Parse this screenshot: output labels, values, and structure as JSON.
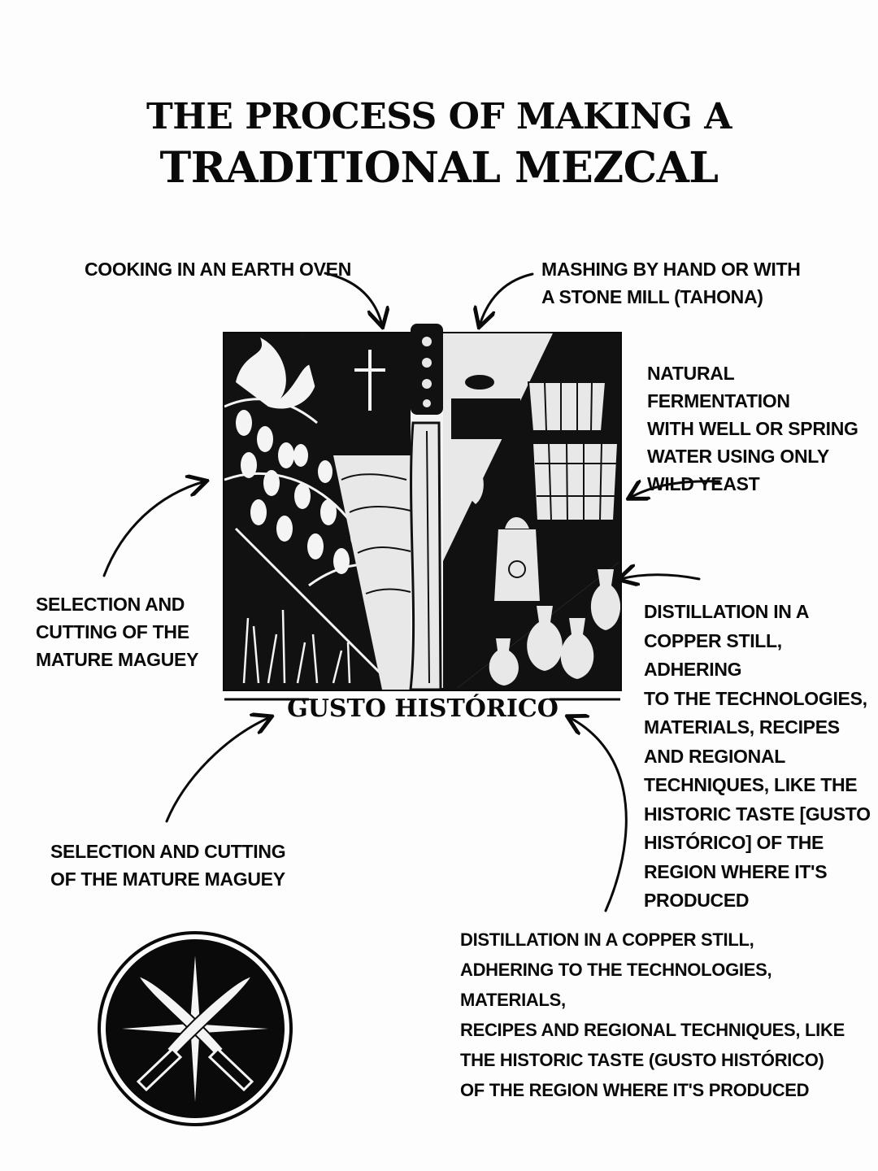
{
  "title": {
    "line1": "THE PROCESS OF MAKING A",
    "line2": "TRADITIONAL MEZCAL"
  },
  "steps": {
    "cooking": "COOKING IN AN EARTH OVEN",
    "mashing": "MASHING BY HAND OR WITH\nA STONE MILL (TAHONA)",
    "fermentation": "NATURAL FERMENTATION\nWITH WELL OR SPRING\nWATER USING ONLY\nWILD YEAST",
    "selection_left": "SELECTION AND\nCUTTING OF THE\nMATURE MAGUEY",
    "distillation_right": "DISTILLATION IN A\nCOPPER STILL, ADHERING\nTO THE TECHNOLOGIES,\nMATERIALS, RECIPES\nAND REGIONAL\nTECHNIQUES, LIKE THE\nHISTORIC TASTE [GUSTO\nHISTÓRICO] OF THE\nREGION WHERE IT'S\nPRODUCED",
    "selection_bottom": "SELECTION AND CUTTING\nOF THE MATURE MAGUEY",
    "distillation_bottom": "DISTILLATION IN A COPPER STILL,\nADHERING TO THE TECHNOLOGIES, MATERIALS,\nRECIPES AND REGIONAL TECHNIQUES, LIKE\nTHE HISTORIC TASTE (GUSTO HISTÓRICO)\nOF THE REGION WHERE IT'S PRODUCED"
  },
  "illustration": {
    "caption": "GUSTO HISTÓRICO"
  },
  "colors": {
    "ink": "#0a0a0a",
    "paper": "#fdfdfd"
  }
}
